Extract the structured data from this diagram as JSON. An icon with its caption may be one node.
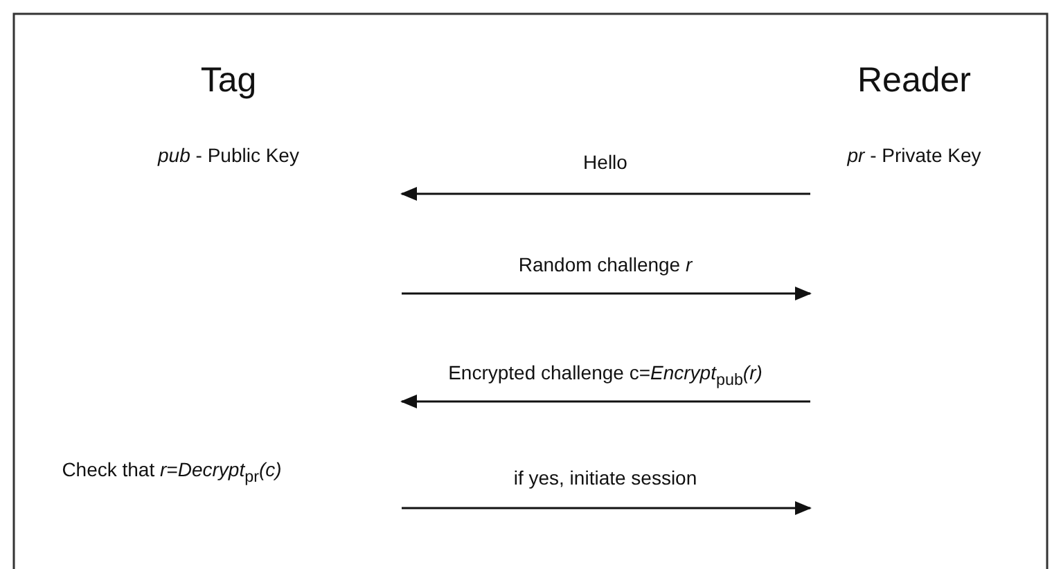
{
  "diagram": {
    "labels": [
      "Tag",
      "Reader",
      "*pub* - Public Key",
      "Hello",
      "*pr* - Private Key",
      "Random challenge *r*",
      "Encrypted challenge c=*Encrypt*$_{pub}$*(r)*",
      "Check that *r*=*Decrypt*$_{pr}$*(c)*",
      "if yes, initiate session"
    ]
  }
}
